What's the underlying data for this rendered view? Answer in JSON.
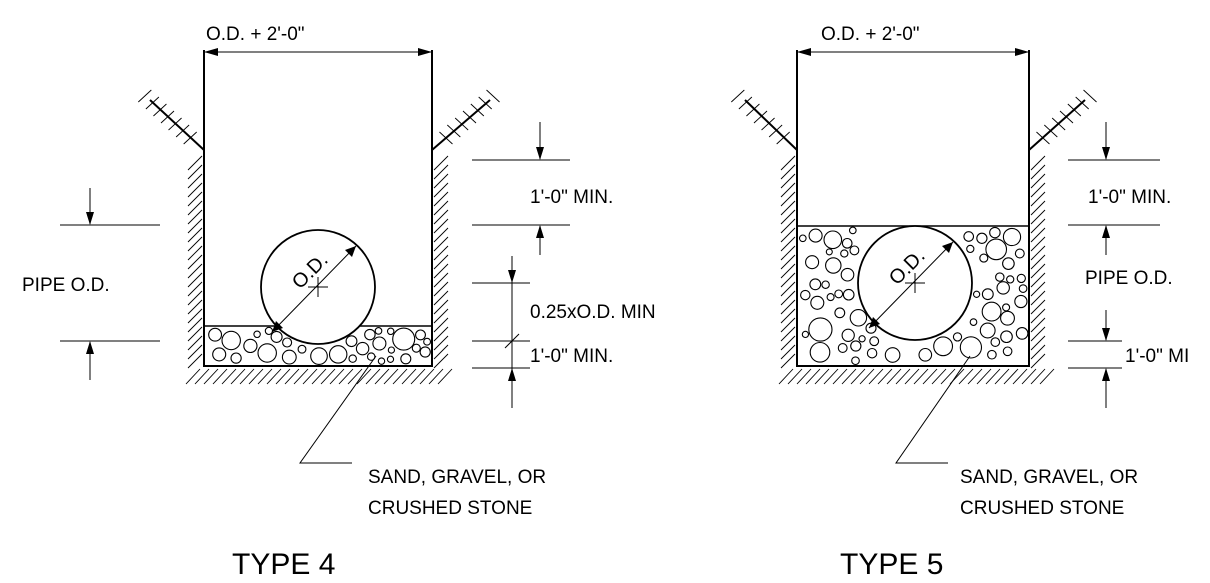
{
  "type4": {
    "title": "TYPE 4",
    "width_dim": "O.D. + 2'-0\"",
    "cover_dim": "1'-0\" MIN.",
    "pipe_od_dim": "PIPE O.D.",
    "embed_dim": "0.25xO.D. MIN",
    "bedding_dim": "1'-0\" MIN.",
    "pipe_label": "O.D.",
    "material_line1": "SAND, GRAVEL, OR",
    "material_line2": "CRUSHED STONE"
  },
  "type5": {
    "title": "TYPE 5",
    "width_dim": "O.D. + 2'-0\"",
    "cover_dim": "1'-0\" MIN.",
    "pipe_od_dim": "PIPE O.D.",
    "bedding_dim": "1'-0\" MI",
    "pipe_label": "O.D.",
    "material_line1": "SAND, GRAVEL, OR",
    "material_line2": "CRUSHED STONE"
  }
}
